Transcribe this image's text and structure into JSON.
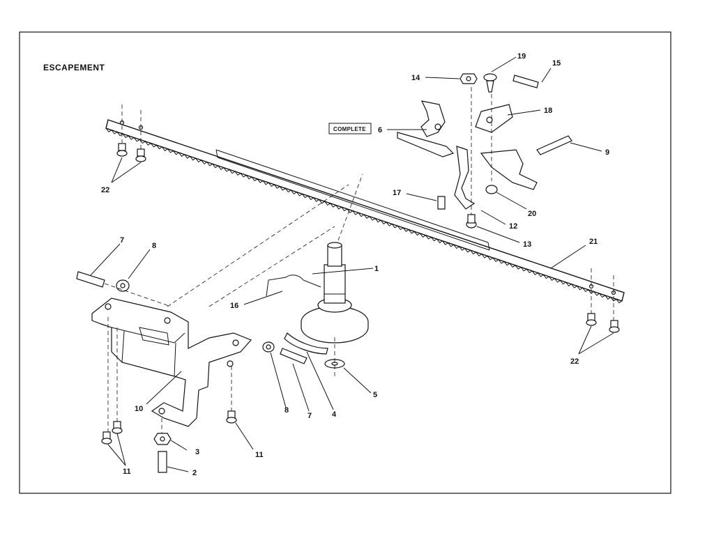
{
  "title": "ESCAPEMENT",
  "complete_label": "COMPLETE",
  "callouts": {
    "c1": "1",
    "c2": "2",
    "c3": "3",
    "c4": "4",
    "c5": "5",
    "c6": "6",
    "c7a": "7",
    "c7b": "7",
    "c8a": "8",
    "c8b": "8",
    "c9": "9",
    "c10": "10",
    "c11a": "11",
    "c11b": "11",
    "c12": "12",
    "c13": "13",
    "c14": "14",
    "c15": "15",
    "c16": "16",
    "c17": "17",
    "c18": "18",
    "c19": "19",
    "c20": "20",
    "c21": "21",
    "c22a": "22",
    "c22b": "22"
  }
}
